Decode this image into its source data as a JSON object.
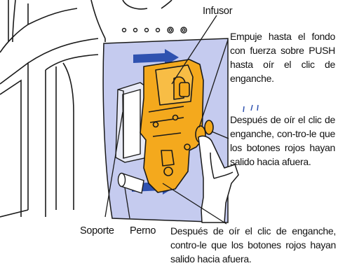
{
  "labels": {
    "infusor": "Infusor",
    "soporte": "Soporte",
    "perno": "Perno",
    "instruction_push": "Empuje hasta el fondo con fuerza sobre PUSH hasta oír el clic de enganche.",
    "instruction_check_right": "Después de oír el clic de enganche, con-tro-le que los botones rojos hayan salido hacia afuera.",
    "instruction_check_bottom": "Después de oír el clic de enganche, contro-le que los botones rojos hayan salido hacia afuera."
  },
  "colors": {
    "panel_blue": "#c5cbef",
    "arrow_blue": "#2f52b0",
    "unit_orange": "#f4a91d",
    "outline": "#1a1a1a"
  }
}
